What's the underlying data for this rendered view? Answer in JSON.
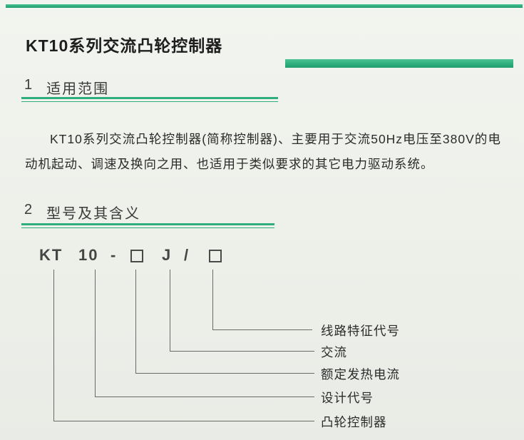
{
  "colors": {
    "accent_green": "#2fad7c",
    "paper": "#eef0eb",
    "text_dark": "#2b2b2b",
    "connector_gray": "#6a6a6a"
  },
  "header": {
    "title": "KT10系列交流凸轮控制器"
  },
  "section1": {
    "number": "1",
    "heading": "适用范围",
    "paragraph": "KT10系列交流凸轮控制器(简称控制器)、主要用于交流50Hz电压至380V的电动机起动、调速及换向之用、也适用于类似要求的其它电力驱动系统。"
  },
  "section2": {
    "number": "2",
    "heading": "型号及其含义",
    "model": {
      "prefix": "KT",
      "design_no": "10",
      "dash": "-",
      "ac_letter": "J",
      "slash": "/",
      "labels": [
        "线路特征代号",
        "交流",
        "额定发热电流",
        "设计代号",
        "凸轮控制器"
      ]
    }
  }
}
